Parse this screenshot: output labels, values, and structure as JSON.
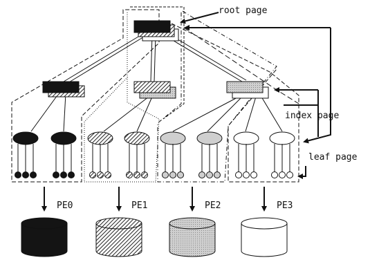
{
  "labels": {
    "root_page": "root page",
    "index_page": "index page",
    "leaf_page": "leaf page"
  },
  "pes": [
    {
      "label": "PE0",
      "fill": "black"
    },
    {
      "label": "PE1",
      "fill": "hatched"
    },
    {
      "label": "PE2",
      "fill": "gray"
    },
    {
      "label": "PE3",
      "fill": "white"
    }
  ],
  "colors": {
    "black": "#141414",
    "gray": "#cfcfcf",
    "white": "#ffffff",
    "line": "#111111"
  }
}
